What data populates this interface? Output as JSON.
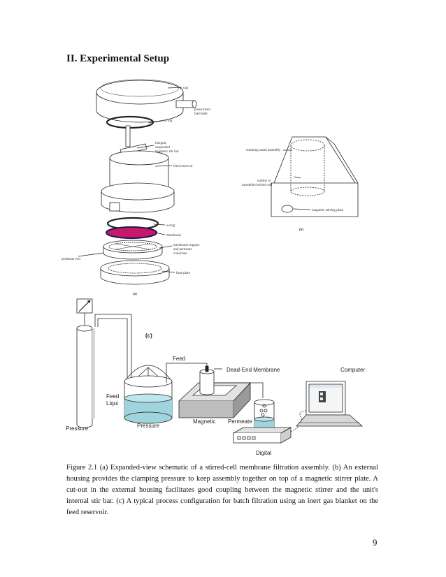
{
  "section_heading": "II. Experimental Setup",
  "figure_a": {
    "panel_label": "(a)",
    "labels": {
      "cap": "cap",
      "inlet": [
        "pressurized",
        "feed inlet"
      ],
      "oring_top": "o-ring",
      "stirbar": [
        "integral,",
        "suspended",
        "magnetic stir bar"
      ],
      "reservoir": "feed reservoir",
      "oring_bottom": "o-ring",
      "membrane": "membrane",
      "support": [
        "membrane support",
        "and permeate",
        "collection"
      ],
      "permeate_exit": "permeate exit",
      "base_plate": "base plate"
    }
  },
  "figure_b": {
    "panel_label": "(b)",
    "labels": {
      "retaining": "retaining stand assembly",
      "outline": [
        "outline of",
        "assembled stirred cell"
      ],
      "stirplate": "magnetic stirring plate"
    }
  },
  "figure_c": {
    "panel_label": "(c)",
    "labels": {
      "feed": "Feed",
      "dead_end": "Dead-End Membrane",
      "computer": "Computer",
      "feed_liquid": [
        "Feed",
        "Liqui"
      ],
      "pressure_tank": "Pressure",
      "pressure_vessel": "Pressure",
      "magnetic": "Magnetic",
      "permeate": "Permeate",
      "digital": "Digital"
    }
  },
  "caption": "Figure 2.1 (a) Expanded-view schematic of a stirred-cell membrane filtration assembly. (b) An external housing provides the clamping pressure to keep assembly together on top of a magnetic stirrer plate. A cut-out in the external housing facilitates good coupling between the magnetic stirrer and the unit's internal stir bar. (c) A typical process configuration for batch filtration using an inert gas blanket on the feed reservoir.",
  "page_number": "9",
  "colors": {
    "membrane": "#c8186a",
    "liquid": "#9fd4de",
    "grey_surface": "#cccccc"
  }
}
